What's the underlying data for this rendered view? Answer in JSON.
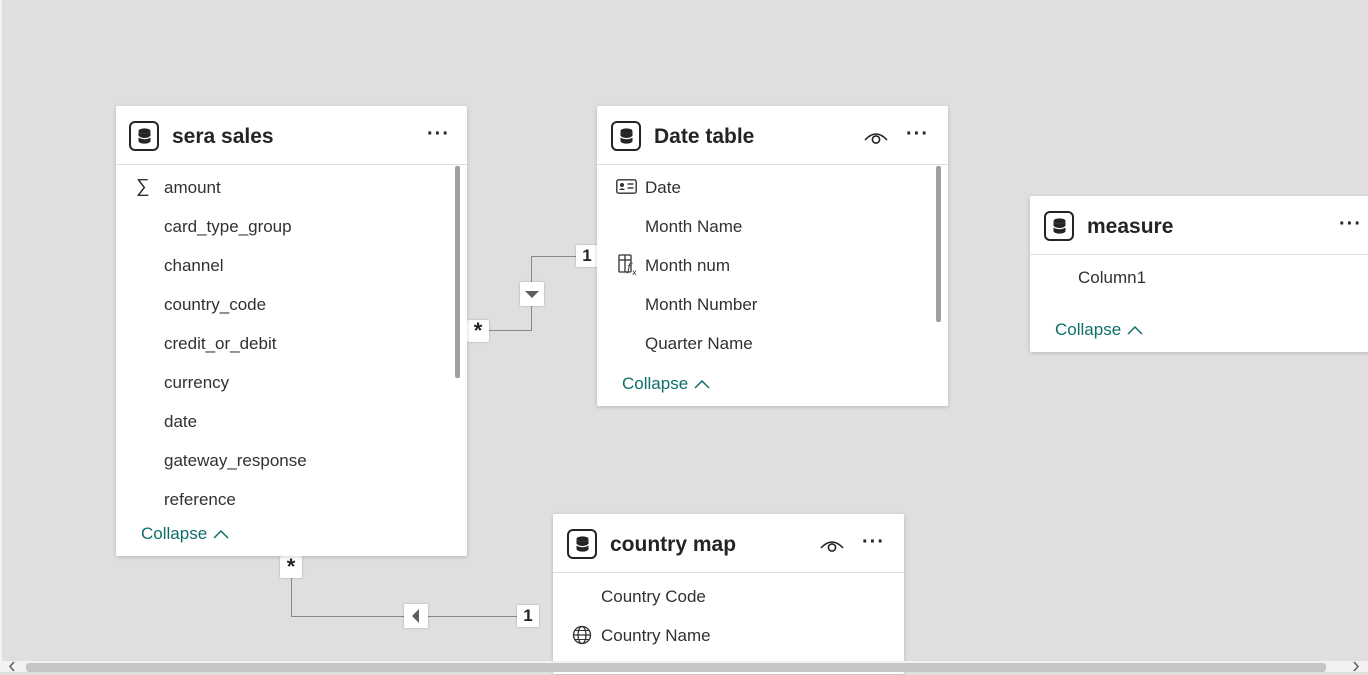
{
  "tables": {
    "sera_sales": {
      "title": "sera sales",
      "fields": [
        "amount",
        "card_type_group",
        "channel",
        "country_code",
        "credit_or_debit",
        "currency",
        "date",
        "gateway_response",
        "reference"
      ],
      "collapse_label": "Collapse"
    },
    "date_table": {
      "title": "Date table",
      "fields": [
        "Date",
        "Month Name",
        "Month num",
        "Month Number",
        "Quarter Name"
      ],
      "collapse_label": "Collapse"
    },
    "measure": {
      "title": "measure",
      "fields": [
        "Column1"
      ],
      "collapse_label": "Collapse"
    },
    "country_map": {
      "title": "country map",
      "fields": [
        "Country Code",
        "Country Name"
      ]
    }
  },
  "relationships": {
    "sales_date": {
      "many": "*",
      "one": "1"
    },
    "sales_country": {
      "many": "*",
      "one": "1"
    }
  },
  "icons": {
    "table": "database-icon",
    "more": "more-options-icon",
    "hidden": "eye-icon",
    "sum": "sigma-icon",
    "date": "id-card-icon",
    "calc": "calculated-column-icon",
    "geo": "globe-icon"
  },
  "colors": {
    "canvas": "#e1dfdd",
    "accent_link": "#106e6a",
    "line": "#8a8886"
  }
}
